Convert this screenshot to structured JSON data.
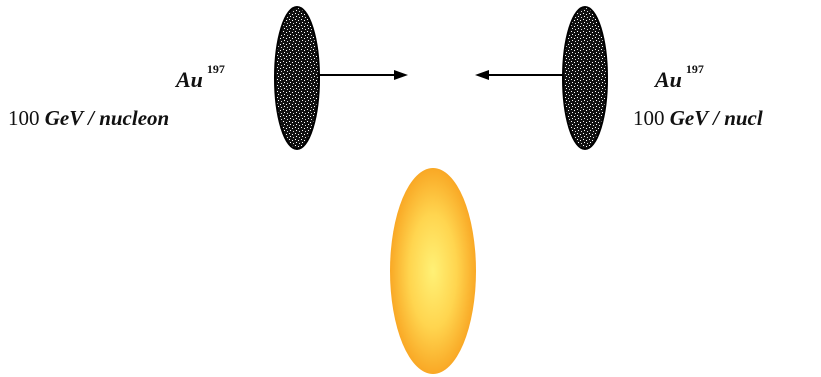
{
  "left_nucleus": {
    "symbol": "Au",
    "mass_number": "197",
    "energy_value": "100",
    "energy_unit": "GeV / nucleon"
  },
  "right_nucleus": {
    "symbol": "Au",
    "mass_number": "197",
    "energy_value": "100",
    "energy_unit": "GeV / nucl"
  },
  "colors": {
    "nucleus_fill": "#1a1a1a",
    "arrow": "#000000",
    "fireball_core": "#fff176",
    "fireball_edge": "#f9a825"
  }
}
